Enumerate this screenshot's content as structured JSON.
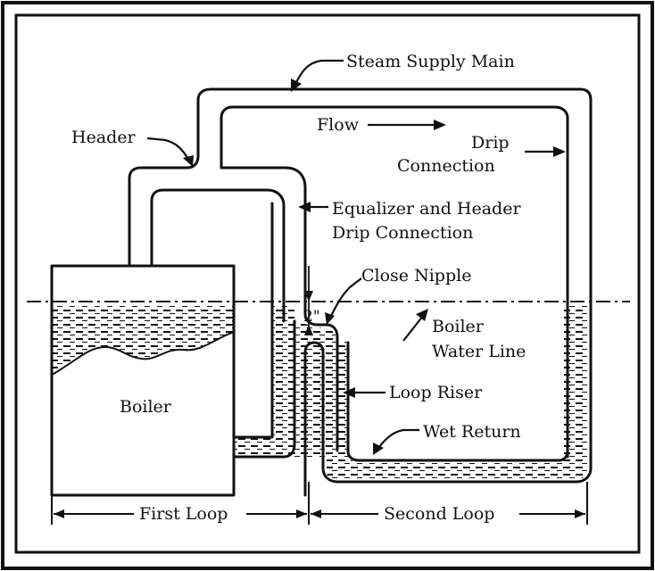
{
  "labels": {
    "steam_supply_main": "Steam Supply Main",
    "header": "Header",
    "flow": "Flow",
    "drip_connection_1": "Drip",
    "drip_connection_2": "Connection",
    "equalizer_1": "Equalizer and Header",
    "equalizer_2": "Drip Connection",
    "close_nipple": "Close Nipple",
    "two_inch": "2\"",
    "boiler_water_line_1": "Boiler",
    "boiler_water_line_2": "Water Line",
    "boiler": "Boiler",
    "loop_riser": "Loop Riser",
    "wet_return": "Wet Return",
    "first_loop": "First Loop",
    "second_loop": "Second Loop"
  },
  "colors": {
    "ink": "#111111",
    "background": "#ffffff"
  }
}
